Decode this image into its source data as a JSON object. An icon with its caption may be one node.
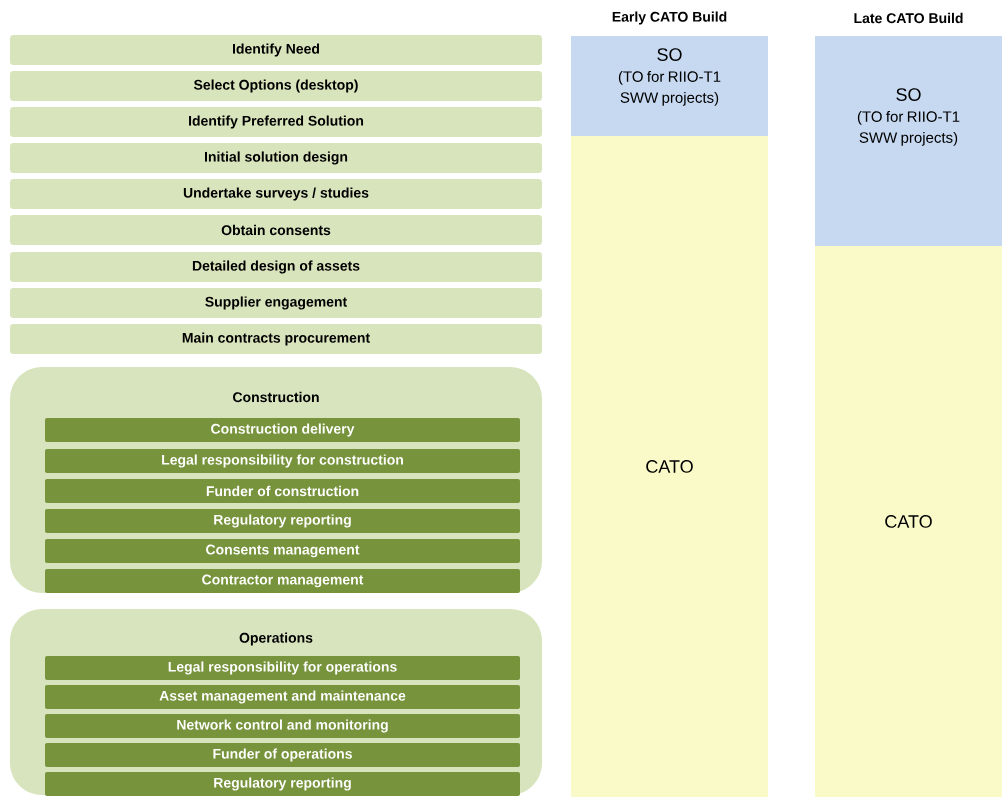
{
  "diagram": {
    "nodes": [
      {
        "text": [
          "Identify Need"
        ]
      },
      {
        "text": [
          "Select Options (desktop)"
        ]
      },
      {
        "text": [
          "Identify Preferred Solution"
        ]
      },
      {
        "text": [
          "Initial solution design"
        ]
      },
      {
        "text": [
          "Undertake surveys / studies"
        ]
      },
      {
        "text": [
          "Obtain consents"
        ]
      },
      {
        "text": [
          "Detailed design of assets"
        ]
      },
      {
        "text": [
          "Supplier engagement"
        ]
      },
      {
        "text": [
          "Main contracts procurement"
        ]
      },
      {
        "text": [
          "Construction"
        ]
      },
      {
        "text": [
          "Construction delivery"
        ],
        "in": 9
      },
      {
        "text": [
          "Legal responsibility for construction"
        ],
        "in": 9
      },
      {
        "text": [
          "Funder of construction"
        ],
        "in": 9
      },
      {
        "text": [
          "Regulatory reporting"
        ],
        "in": 9
      },
      {
        "text": [
          "Consents management"
        ],
        "in": 9
      },
      {
        "text": [
          "Contractor management"
        ],
        "in": 9
      },
      {
        "text": [
          "Operations"
        ]
      },
      {
        "text": [
          "Legal responsibility for operations"
        ],
        "in": 16
      },
      {
        "text": [
          "Asset management and maintenance"
        ],
        "in": 16
      },
      {
        "text": [
          "Network control and monitoring"
        ],
        "in": 16
      },
      {
        "text": [
          "Funder of operations"
        ],
        "in": 16
      },
      {
        "text": [
          "Regulatory reporting"
        ],
        "in": 16
      },
      {
        "text": [
          "SO",
          "(TO for RIIO-T1 SWW projects)"
        ],
        "beside": [
          "Early CATO Build"
        ]
      },
      {
        "text": [
          "CATO"
        ]
      },
      {
        "text": [
          "SO",
          "(TO for RIIO-T1 SWW projects)"
        ],
        "beside": [
          "Late CATO Build"
        ]
      },
      {
        "text": [
          "CATO"
        ]
      }
    ]
  }
}
